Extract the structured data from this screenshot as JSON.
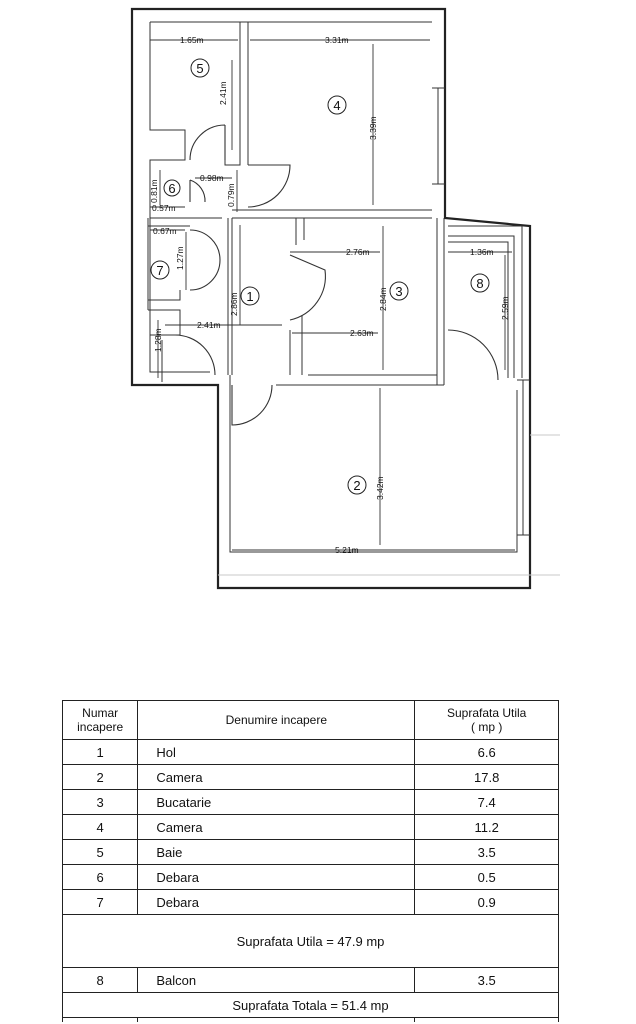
{
  "plan": {
    "rooms": [
      {
        "num": "1",
        "dims": [
          "2.86m",
          "2.41m"
        ]
      },
      {
        "num": "2",
        "dims": [
          "5.21m",
          "3.42m"
        ]
      },
      {
        "num": "3",
        "dims": [
          "2.76m",
          "2.84m",
          "2.63m"
        ]
      },
      {
        "num": "4",
        "dims": [
          "3.31m",
          "3.39m"
        ]
      },
      {
        "num": "5",
        "dims": [
          "1.65m",
          "2.41m"
        ]
      },
      {
        "num": "6",
        "dims": [
          "0.98m",
          "0.81m",
          "0.57m",
          "0.79m"
        ]
      },
      {
        "num": "7",
        "dims": [
          "0.67m",
          "1.27m"
        ]
      },
      {
        "num": "8",
        "dims": [
          "1.36m",
          "2.59m"
        ]
      }
    ],
    "extra_dims": [
      "1.28m"
    ]
  },
  "table": {
    "header": {
      "col1_line1": "Numar",
      "col1_line2": "incapere",
      "col2": "Denumire  incapere",
      "col3_line1": "Suprafata Utila",
      "col3_line2": "( mp )"
    },
    "rows": [
      {
        "nr": "1",
        "name": "Hol",
        "area": "6.6"
      },
      {
        "nr": "2",
        "name": "Camera",
        "area": "17.8"
      },
      {
        "nr": "3",
        "name": "Bucatarie",
        "area": "7.4"
      },
      {
        "nr": "4",
        "name": "Camera",
        "area": "11.2"
      },
      {
        "nr": "5",
        "name": "Baie",
        "area": "3.5"
      },
      {
        "nr": "6",
        "name": "Debara",
        "area": "0.5"
      },
      {
        "nr": "7",
        "name": "Debara",
        "area": "0.9"
      }
    ],
    "subtotal": "Suprafata Utila = 47.9 mp",
    "balcony": {
      "nr": "8",
      "name": "Balcon",
      "area": "3.5"
    },
    "total": "Suprafata Totala =  51.4 mp"
  }
}
